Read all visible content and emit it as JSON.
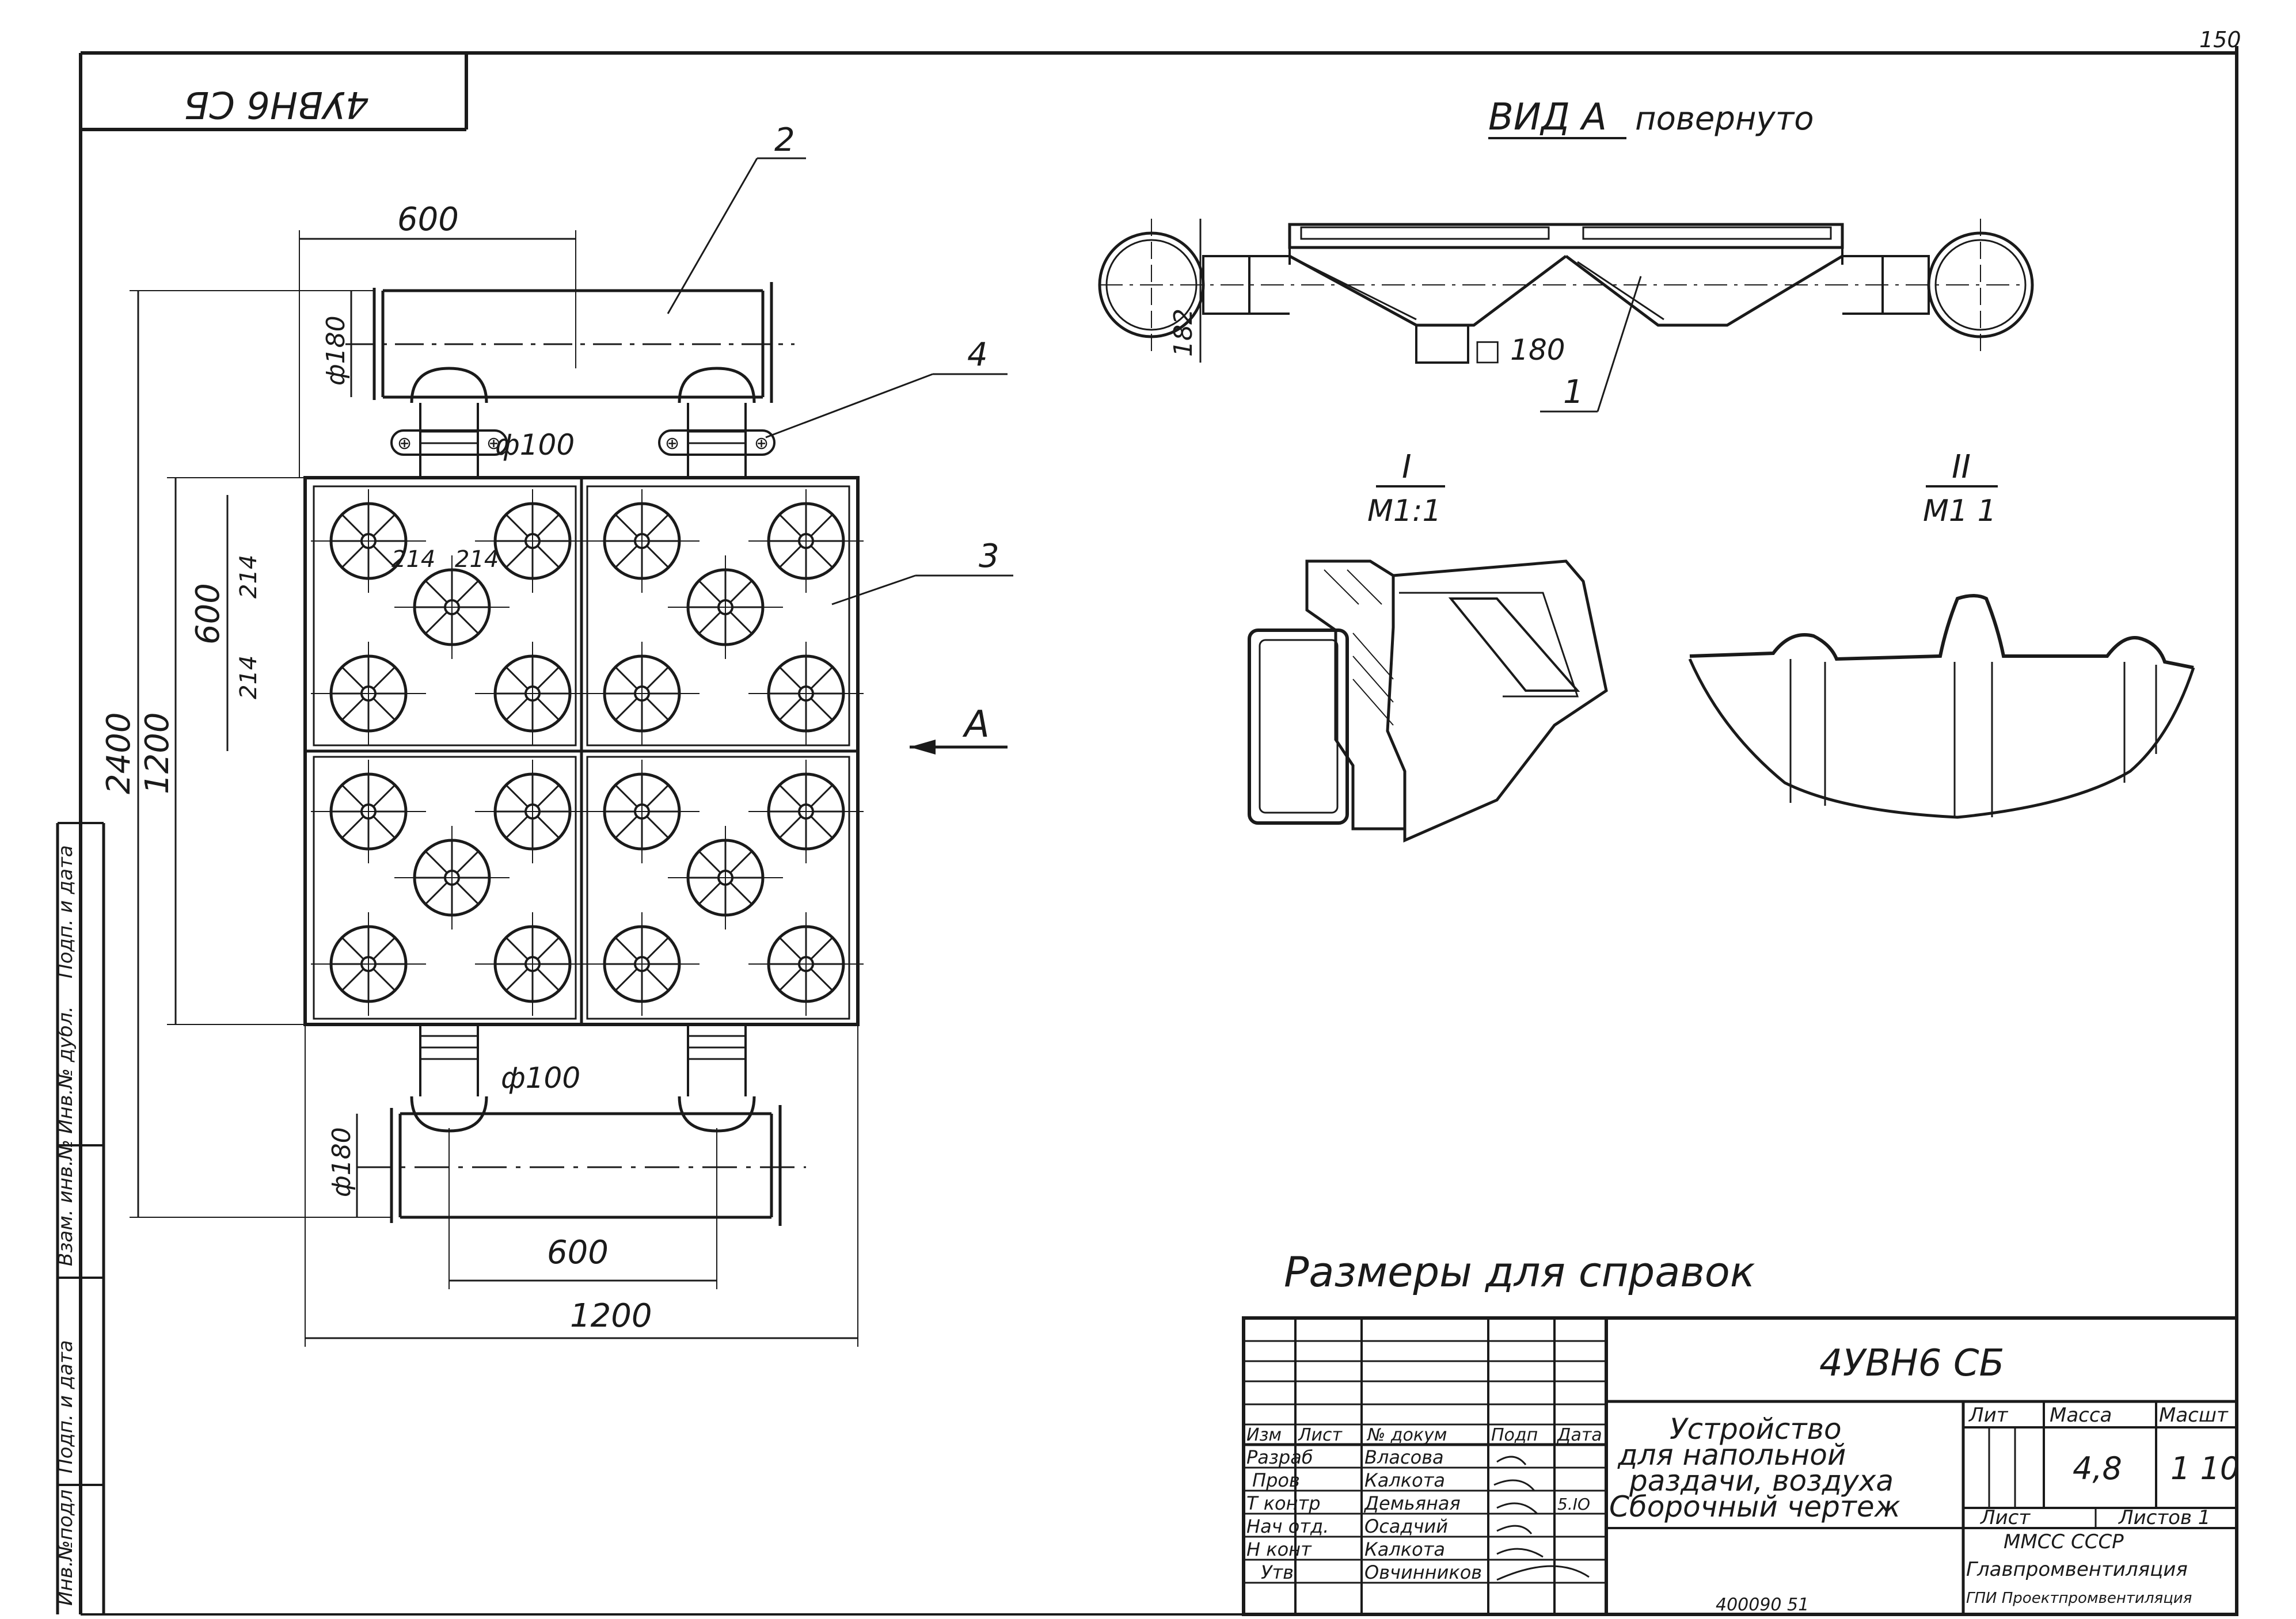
{
  "sheet_number": "150",
  "stamp_code": "4УВН6 СБ",
  "view_a": {
    "title": "ВИД А",
    "subtitle": "повернуто",
    "dim_square": "□ 180",
    "dim_height": "182",
    "callout": "1"
  },
  "section_1": {
    "label": "I",
    "scale": "М1:1"
  },
  "section_2": {
    "label": "II",
    "scale": "М1 1"
  },
  "plan": {
    "callouts": [
      "2",
      "4",
      "3"
    ],
    "arrow_label": "А",
    "dims": {
      "top_600": "600",
      "phi180_top": "ф180",
      "phi100_top": "ф100",
      "d214a": "214",
      "d214b": "214",
      "d214c": "214",
      "d214d": "214",
      "d600_left": "600",
      "d1200_left": "1200",
      "d2400_left": "2400",
      "phi100_bottom": "ф100",
      "phi180_bottom": "ф180",
      "bottom_600": "600",
      "bottom_1200": "1200"
    }
  },
  "note": "Размеры для справок",
  "title_block": {
    "code": "4УВН6 СБ",
    "name_line1": "Устройство",
    "name_line2": "для напольной",
    "name_line3": "раздачи, воздуха",
    "name_line4": "Сборочный чертеж",
    "headers": [
      "Изм",
      "Лист",
      "№ докум",
      "Подп",
      "Дата"
    ],
    "roles": [
      {
        "role": "Разраб",
        "name": "Власова"
      },
      {
        "role": "Пров",
        "name": "Калкота"
      },
      {
        "role": "Т контр",
        "name": "Демьяная"
      },
      {
        "role": "Нач отд.",
        "name": "Осадчий"
      },
      {
        "role": "Н конт",
        "name": "Калкота"
      },
      {
        "role": "Утв",
        "name": "Овчинников"
      }
    ],
    "date_value": "5.IO",
    "lit_label": "Лит",
    "mass_label": "Масса",
    "scale_label": "Масшт",
    "mass_value": "4,8",
    "scale_value": "1 10",
    "sheet_label": "Лист",
    "sheets_label": "Листов 1",
    "org_line1": "ММСС СССР",
    "org_line2": "Главпромвентиляция",
    "org_line3": "ГПИ Проектпромвентиляция",
    "doc_number": "400090 51"
  },
  "side_stamp": {
    "cells": [
      "Инв.№подл",
      "Подп. и дата",
      "Взам. инв.№",
      "Инв.№ дубл.",
      "Подп. и дата"
    ]
  }
}
